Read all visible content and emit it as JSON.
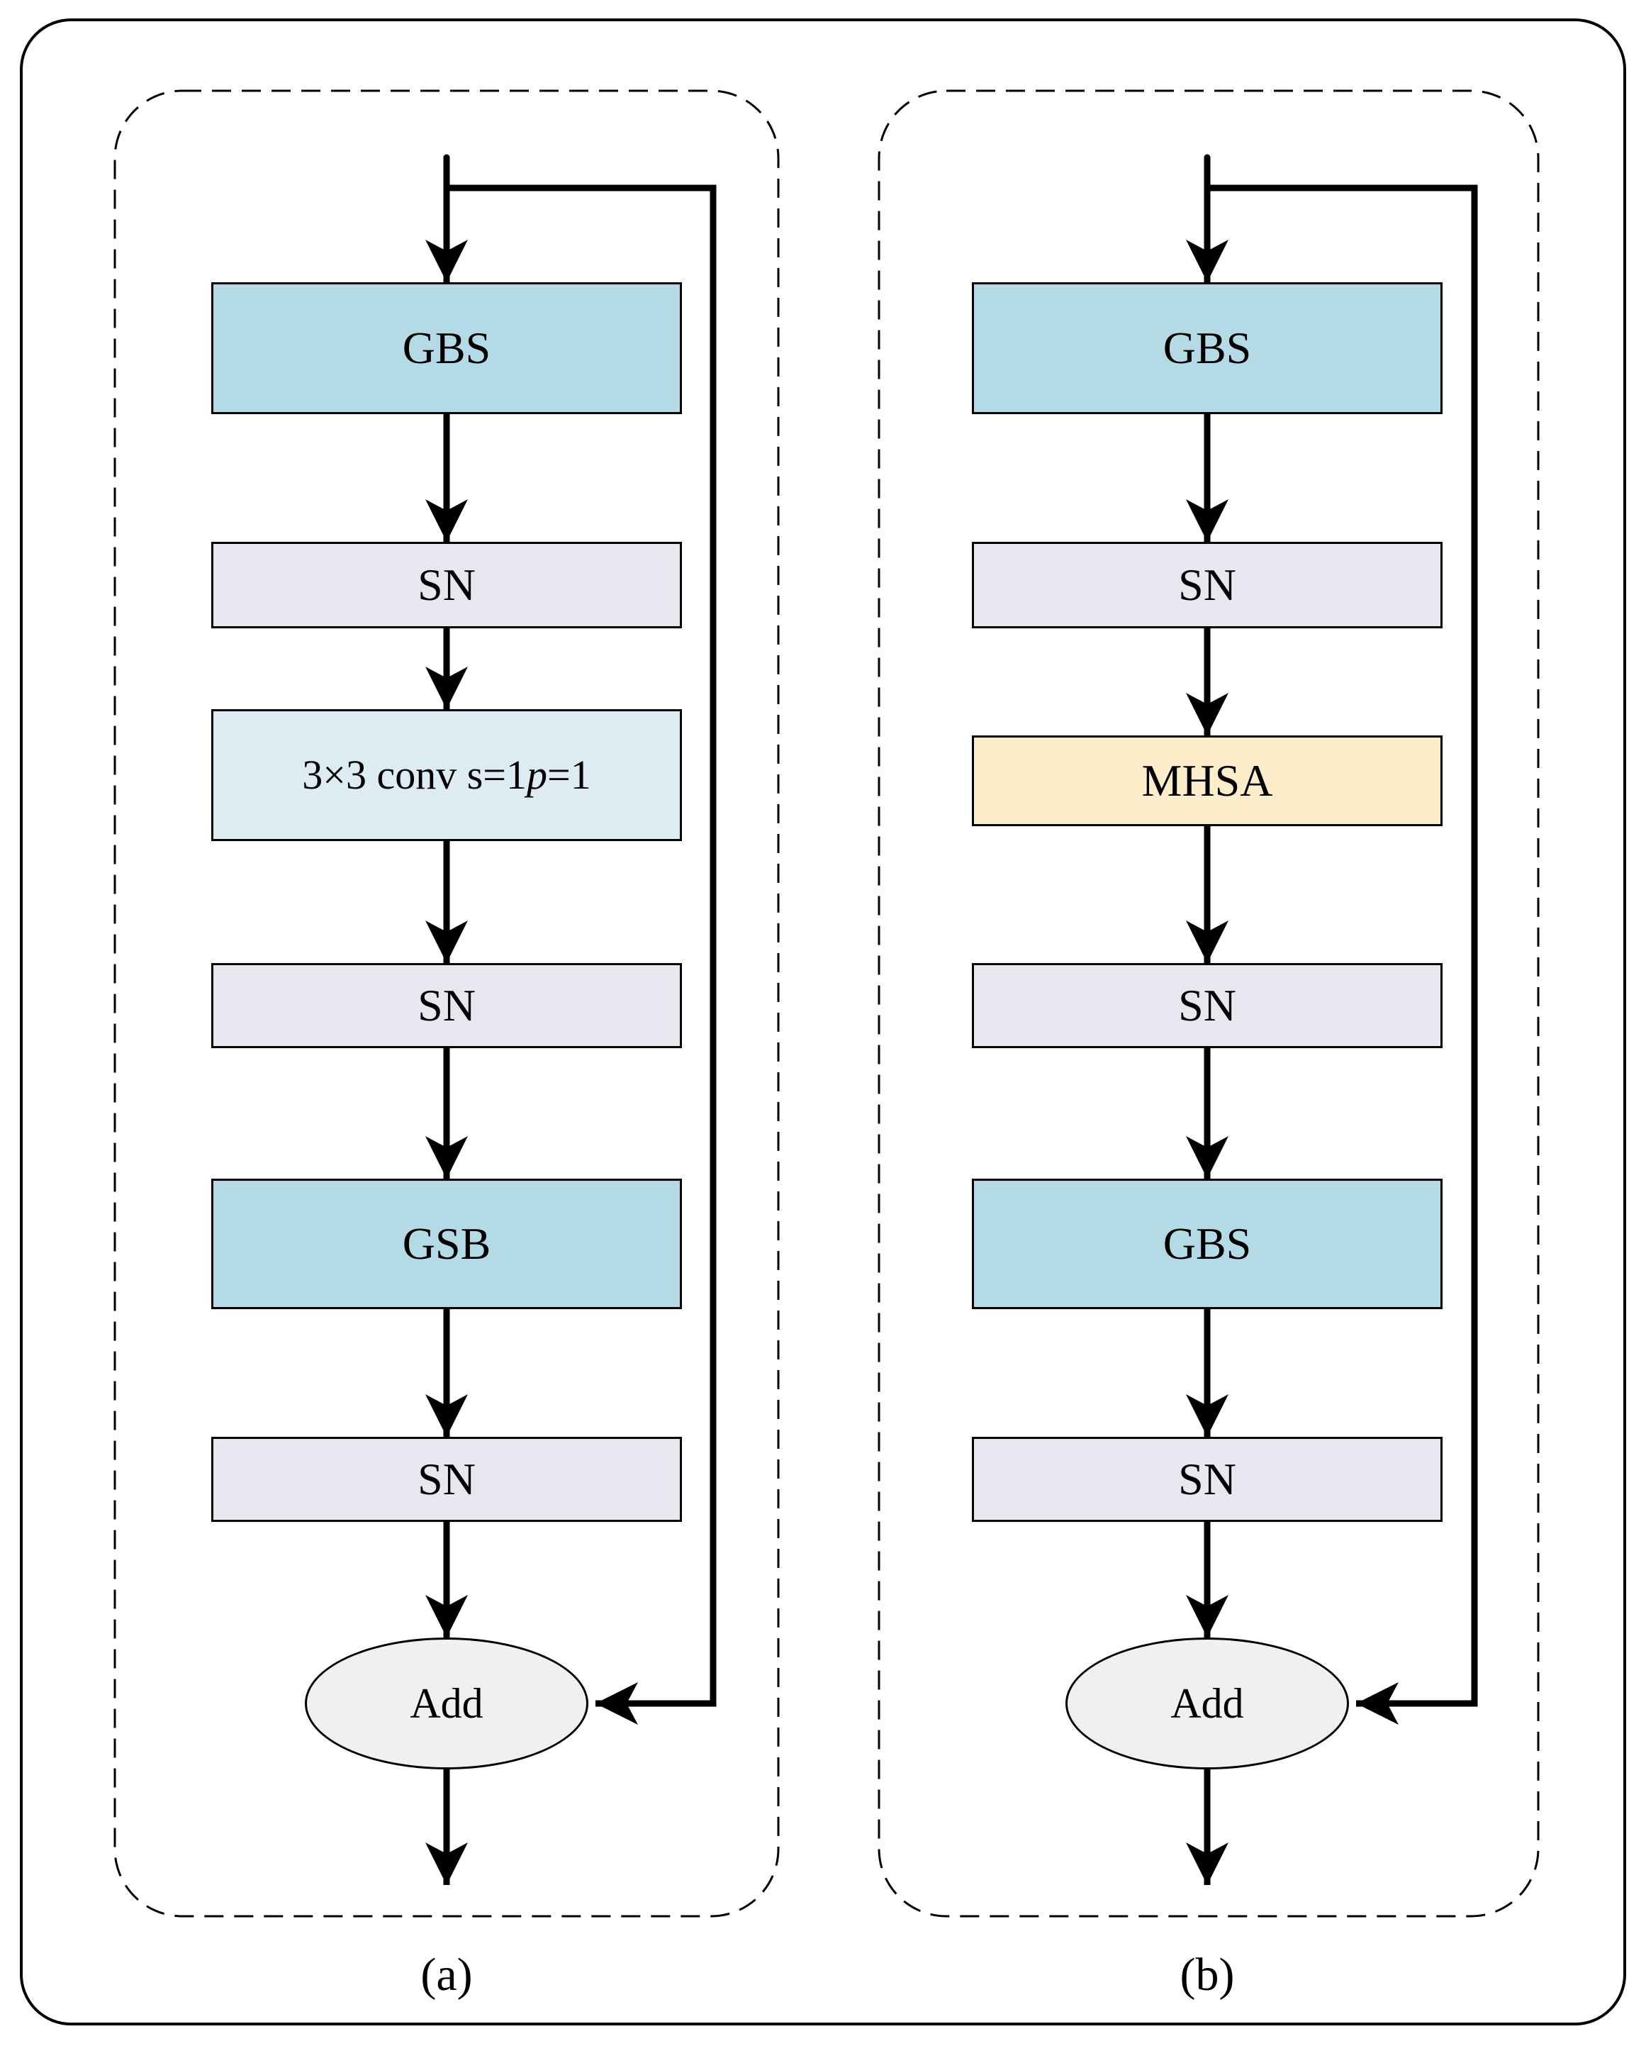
{
  "figure": {
    "panel_a": {
      "label": "(a)",
      "gbs": "GBS",
      "sn1": "SN",
      "conv_pre": "3×3 conv s=1 ",
      "conv_italic": "p",
      "conv_post": "=1",
      "sn2": "SN",
      "gsb": "GSB",
      "sn3": "SN",
      "add": "Add"
    },
    "panel_b": {
      "label": "(b)",
      "gbs1": "GBS",
      "sn1": "SN",
      "mhsa": "MHSA",
      "sn2": "SN",
      "gbs2": "GBS",
      "sn3": "SN",
      "add": "Add"
    },
    "colors": {
      "gbs_fill": "#b4dae5",
      "conv_fill": "#dcecf2",
      "sn_fill": "#e8e6ee",
      "mhsa_fill": "#fdeecb",
      "add_fill": "#f0f0f0",
      "line": "#000000"
    }
  }
}
